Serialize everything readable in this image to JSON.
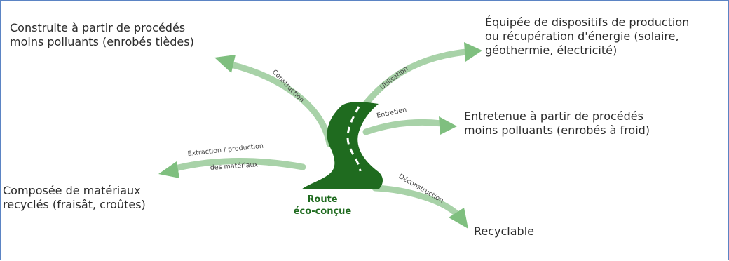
{
  "center": {
    "label": "Route\néco-conçue"
  },
  "branches": [
    {
      "arrow_label": "Construction",
      "text": "Construite à partir de procédés\nmoins polluants (enrobés tièdes)"
    },
    {
      "arrow_label": "Utilisation",
      "text": "Équipée de dispositifs de production\nou récupération d'énergie (solaire,\ngéothermie, électricité)"
    },
    {
      "arrow_label": "Entretien",
      "text": "Entretenue à partir de procédés\nmoins polluants (enrobés à froid)"
    },
    {
      "arrow_label": "Extraction / production",
      "arrow_label_2": "des matériaux",
      "text": "Composée de matériaux\nrecyclés (fraisât, croûtes)"
    },
    {
      "arrow_label": "Déconstruction",
      "text": "Recyclable"
    }
  ],
  "colors": {
    "road": "#1f6b1f",
    "arrow": "#8fc48f",
    "arrow_edge": "#6aa86a",
    "frame": "#5b84c4"
  }
}
